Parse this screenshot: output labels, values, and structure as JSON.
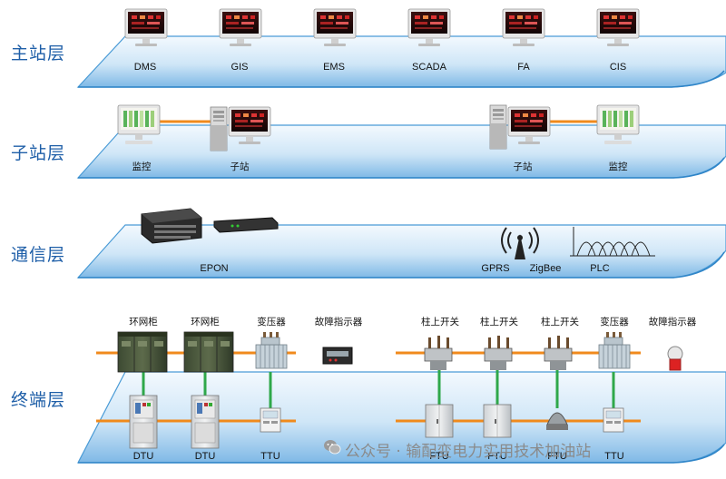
{
  "layers": {
    "master": "主站层",
    "substation": "子站层",
    "comm": "通信层",
    "terminal": "终端层"
  },
  "master_systems": [
    "DMS",
    "GIS",
    "EMS",
    "SCADA",
    "FA",
    "CIS"
  ],
  "substation_labels": {
    "left_monitor": "监控",
    "left_station": "子站",
    "right_station": "子站",
    "right_monitor": "监控"
  },
  "comm_labels": {
    "epon": "EPON",
    "gprs": "GPRS",
    "zigbee": "ZigBee",
    "plc": "PLC"
  },
  "terminal_top": {
    "ring1": "环网柜",
    "ring2": "环网柜",
    "transformer1": "变压器",
    "fault1": "故障指示器",
    "pole1": "柱上开关",
    "pole2": "柱上开关",
    "pole3": "柱上开关",
    "transformer2": "变压器",
    "fault2": "故障指示器"
  },
  "terminal_bottom": {
    "dtu1": "DTU",
    "dtu2": "DTU",
    "ttu1": "TTU",
    "ftu1": "FTU",
    "ftu2": "FTU",
    "ftu3": "FTU",
    "ttu2": "TTU"
  },
  "watermark": "公众号 · 输配变电力实用技术加油站",
  "colors": {
    "layer_blue": "#1f5fa8",
    "plate_top": "#e9f4fc",
    "plate_bottom": "#8fc3ea",
    "plate_edge": "#5aa5dc",
    "orange_link": "#f08a1c",
    "green_link": "#2fa84a"
  }
}
